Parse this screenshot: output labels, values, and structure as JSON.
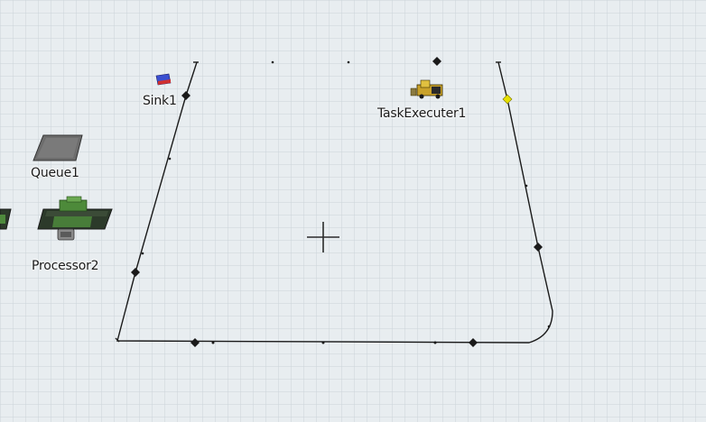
{
  "objects": {
    "sink": {
      "label": "Sink1",
      "icon": "sink-icon"
    },
    "queue": {
      "label": "Queue1",
      "icon": "queue-icon"
    },
    "processor": {
      "label": "Processor2",
      "icon": "processor-icon"
    },
    "task_executer": {
      "label": "TaskExecuter1",
      "icon": "forklift-icon"
    }
  },
  "colors": {
    "grid_background": "#e8edf0",
    "grid_line": "#c9d3d8",
    "path_line": "#1a1a1a",
    "selection_point": "#e6e000",
    "sink_blue": "#3a4fd0",
    "sink_red": "#d03030",
    "queue_gray": "#6e6e6e",
    "processor_green": "#3a7a30",
    "executer_yellow": "#d8b020"
  }
}
